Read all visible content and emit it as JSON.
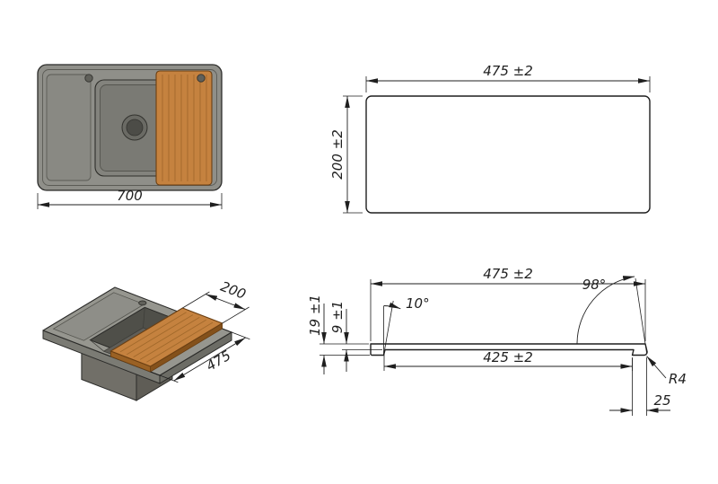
{
  "drawing": {
    "colors": {
      "background": "#ffffff",
      "line": "#1f1f1f",
      "sink_gray": "#8f8f89",
      "board_wood": "#c5823f",
      "board_wood_grain": "#a2692b"
    },
    "views": {
      "sink_top": {
        "dim_overall_width": "700"
      },
      "board_plan": {
        "dim_length": "475 ±2",
        "dim_width": "200 ±2"
      },
      "sink_iso": {
        "dim_board_width": "200",
        "dim_board_length": "475"
      },
      "board_profile": {
        "dim_length": "475 ±2",
        "dim_total_thickness": "19 ±1",
        "dim_top_thickness": "9 ±1",
        "dim_bevel_angle": "10°",
        "dim_end_angle": "98°",
        "dim_inner_length": "425 ±2",
        "dim_corner_radius": "R4",
        "dim_foot_width": "25"
      }
    }
  }
}
